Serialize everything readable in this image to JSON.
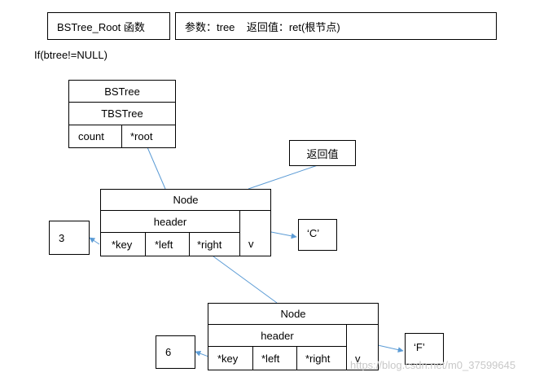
{
  "title_box": {
    "text": "BSTree_Root 函数"
  },
  "desc_box": {
    "text": "参数：tree    返回值：ret(根节点)"
  },
  "condition": {
    "text": "If(btree!=NULL)"
  },
  "bstree": {
    "name": "BSTree",
    "type": "TBSTree",
    "fields": [
      "count",
      "*root"
    ]
  },
  "return_box": {
    "text": "返回值"
  },
  "node1": {
    "name": "Node",
    "header": "header",
    "fields": [
      "*key",
      "*left",
      "*right"
    ],
    "v": "v",
    "key_value": "3",
    "v_value": "‘C’"
  },
  "node2": {
    "name": "Node",
    "header": "header",
    "fields": [
      "*key",
      "*left",
      "*right"
    ],
    "v": "v",
    "key_value": "6",
    "v_value": "‘F’"
  },
  "watermark": {
    "text": "https://blog.csdn.net/m0_37599645"
  },
  "colors": {
    "arrow": "#5b9bd5",
    "border": "#000000"
  }
}
